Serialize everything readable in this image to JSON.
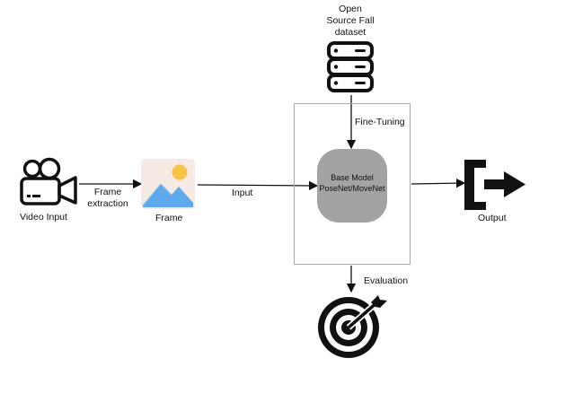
{
  "dataset": {
    "label": "Open Source Fall dataset",
    "lines": [
      "Open",
      "Source Fall",
      "dataset"
    ],
    "icon": "database-icon"
  },
  "video": {
    "label": "Video Input",
    "icon": "video-camera-icon"
  },
  "frame": {
    "label": "Frame",
    "icon": "image-icon"
  },
  "model": {
    "title": "Base Model",
    "subtitle": "PoseNet/MoveNet",
    "color": "#a3a3a3"
  },
  "output": {
    "label": "Output",
    "icon": "output-exit-icon"
  },
  "evaluation": {
    "icon": "target-icon"
  },
  "edges": {
    "frame_extraction": [
      "Frame",
      "extraction"
    ],
    "input": "Input",
    "fine_tuning": "Fine-Tuning",
    "evaluation": "Evaluation"
  },
  "colors": {
    "image_sky": "#5ea8ec",
    "image_sun": "#f6c344",
    "image_bg": "#f5ebe4",
    "ink": "#111111"
  }
}
